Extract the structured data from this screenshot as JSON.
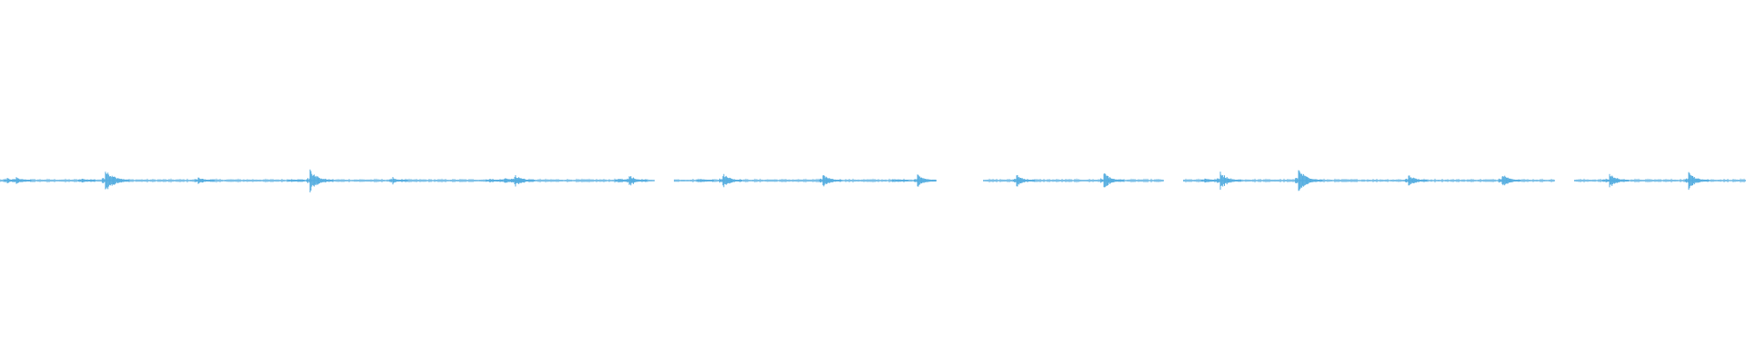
{
  "waveform": {
    "color": "#57aee0",
    "background": "#ffffff",
    "total_seconds": 1920,
    "peak_amplitude": 1.0,
    "transients": [
      {
        "t": 116,
        "amp": 0.85
      },
      {
        "t": 218,
        "amp": 0.3
      },
      {
        "t": 341,
        "amp": 0.8
      },
      {
        "t": 432,
        "amp": 0.25
      },
      {
        "t": 566,
        "amp": 0.45
      },
      {
        "t": 692,
        "amp": 0.42
      },
      {
        "t": 795,
        "amp": 0.55
      },
      {
        "t": 905,
        "amp": 0.5
      },
      {
        "t": 1009,
        "amp": 0.5
      },
      {
        "t": 1118,
        "amp": 0.45
      },
      {
        "t": 1214,
        "amp": 0.6
      },
      {
        "t": 1342,
        "amp": 0.65
      },
      {
        "t": 1428,
        "amp": 0.85
      },
      {
        "t": 1549,
        "amp": 0.45
      },
      {
        "t": 1652,
        "amp": 0.5
      },
      {
        "t": 1770,
        "amp": 0.55
      },
      {
        "t": 1857,
        "amp": 0.6
      }
    ],
    "small_bumps": [
      {
        "t": 8,
        "amp": 0.18
      },
      {
        "t": 18,
        "amp": 0.25
      },
      {
        "t": 90,
        "amp": 0.15
      },
      {
        "t": 320,
        "amp": 0.12
      },
      {
        "t": 538,
        "amp": 0.14
      },
      {
        "t": 555,
        "amp": 0.2
      },
      {
        "t": 570,
        "amp": 0.28
      },
      {
        "t": 680,
        "amp": 0.18
      },
      {
        "t": 770,
        "amp": 0.12
      },
      {
        "t": 985,
        "amp": 0.1
      },
      {
        "t": 1325,
        "amp": 0.14
      },
      {
        "t": 1766,
        "amp": 0.12
      }
    ],
    "silent_gaps": [
      {
        "start": 720,
        "end": 740
      },
      {
        "start": 1030,
        "end": 1080
      },
      {
        "start": 1280,
        "end": 1300
      },
      {
        "start": 1710,
        "end": 1730
      }
    ]
  }
}
